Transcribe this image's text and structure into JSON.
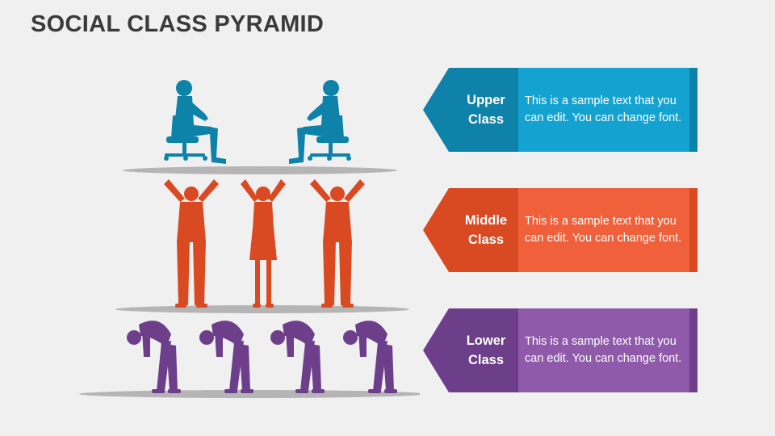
{
  "title": "SOCIAL CLASS PYRAMID",
  "colors": {
    "upper": "#0e82a8",
    "upper_light": "#14a3d1",
    "middle": "#d94a23",
    "middle_light": "#f0603a",
    "lower": "#6d3f8a",
    "lower_light": "#8e5aa9",
    "platform": "#b5b5b5"
  },
  "tiers": [
    {
      "name_line1": "Upper",
      "name_line2": "Class",
      "description": "This is a sample text that you can edit. You can change font."
    },
    {
      "name_line1": "Middle",
      "name_line2": "Class",
      "description": "This is a sample text that you can edit. You can change font."
    },
    {
      "name_line1": "Lower",
      "name_line2": "Class",
      "description": "This is a sample text that you can edit. You can change font."
    }
  ]
}
